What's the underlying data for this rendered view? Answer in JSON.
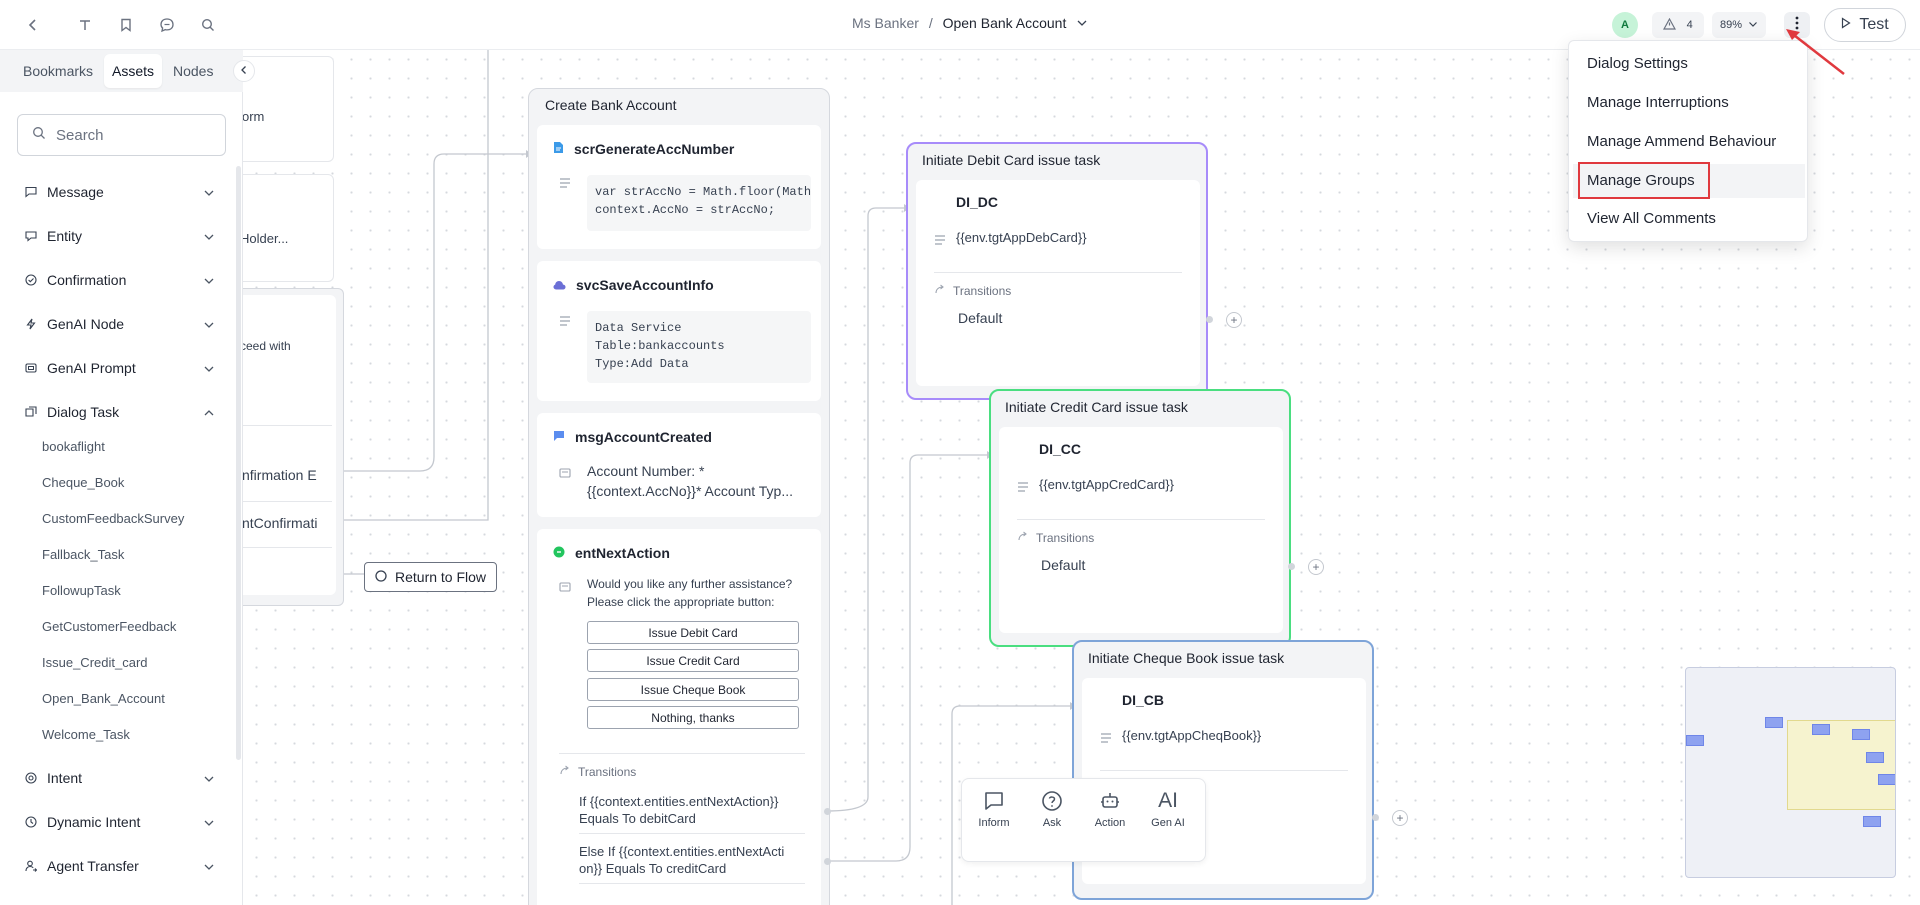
{
  "topbar": {
    "breadcrumb_parent": "Ms Banker",
    "breadcrumb_sep": "/",
    "breadcrumb_current": "Open Bank Account",
    "avatar_initial": "A",
    "warnings_count": "4",
    "zoom": "89%",
    "test_label": "Test"
  },
  "sidebar": {
    "tabs": [
      "Bookmarks",
      "Assets",
      "Nodes"
    ],
    "active_tab": "Assets",
    "search_placeholder": "Search",
    "categories": [
      {
        "label": "Message",
        "icon": "message-icon",
        "expanded": false
      },
      {
        "label": "Entity",
        "icon": "entity-icon",
        "expanded": false
      },
      {
        "label": "Confirmation",
        "icon": "confirmation-icon",
        "expanded": false
      },
      {
        "label": "GenAI Node",
        "icon": "genai-node-icon",
        "expanded": false
      },
      {
        "label": "GenAI Prompt",
        "icon": "genai-prompt-icon",
        "expanded": false
      },
      {
        "label": "Dialog Task",
        "icon": "dialog-task-icon",
        "expanded": true
      },
      {
        "label": "Intent",
        "icon": "intent-icon",
        "expanded": false
      },
      {
        "label": "Dynamic Intent",
        "icon": "dynamic-intent-icon",
        "expanded": false
      },
      {
        "label": "Agent Transfer",
        "icon": "agent-transfer-icon",
        "expanded": false
      }
    ],
    "dialog_tasks": [
      "bookaflight",
      "Cheque_Book",
      "CustomFeedbackSurvey",
      "Fallback_Task",
      "FollowupTask",
      "GetCustomerFeedback",
      "Issue_Credit_card",
      "Open_Bank_Account",
      "Welcome_Task"
    ]
  },
  "partial_nodes": {
    "form_text": "orm",
    "holder_text": "Holder...",
    "proceed_text": "ceed with",
    "confirm_text": "nfirmation E",
    "confirm2_text": "ntConfirmati"
  },
  "return_flow_label": "Return to Flow",
  "group": {
    "title": "Create Bank Account",
    "script_node": {
      "name": "scrGenerateAccNumber",
      "code": "var strAccNo = Math.floor(Math...\ncontext.AccNo = strAccNo;"
    },
    "service_node": {
      "name": "svcSaveAccountInfo",
      "code": "Data Service\nTable:bankaccounts\nType:Add Data"
    },
    "message_node": {
      "name": "msgAccountCreated",
      "text": "Account Number: *\n{{context.AccNo}}* Account Typ..."
    },
    "entity_node": {
      "name": "entNextAction",
      "prompt": "Would you like any further assistance?\nPlease click the appropriate button:",
      "buttons": [
        "Issue Debit Card",
        "Issue Credit Card",
        "Issue Cheque Book",
        "Nothing, thanks"
      ],
      "transitions_label": "Transitions",
      "transitions": [
        "If {{context.entities.entNextAction}}\nEquals To debitCard",
        "Else If {{context.entities.entNextActi\non}} Equals To creditCard"
      ]
    }
  },
  "tasks": [
    {
      "title": "Initiate Debit Card issue task",
      "name": "DI_DC",
      "env": "{{env.tgtAppDebCard}}",
      "transitions_label": "Transitions",
      "default": "Default",
      "color": "#a78bfa"
    },
    {
      "title": "Initiate Credit Card issue task",
      "name": "DI_CC",
      "env": "{{env.tgtAppCredCard}}",
      "transitions_label": "Transitions",
      "default": "Default",
      "color": "#4ade80"
    },
    {
      "title": "Initiate Cheque Book issue task",
      "name": "DI_CB",
      "env": "{{env.tgtAppCheqBook}}",
      "color": "#7ea4d8"
    }
  ],
  "toolbox": {
    "items": [
      {
        "label": "Inform",
        "icon": "inform-icon"
      },
      {
        "label": "Ask",
        "icon": "ask-icon"
      },
      {
        "label": "Action",
        "icon": "action-icon"
      },
      {
        "label": "Gen AI",
        "icon": "gen-ai-icon",
        "glyph": "AI"
      }
    ]
  },
  "menu": {
    "items": [
      "Dialog Settings",
      "Manage Interruptions",
      "Manage Ammend Behaviour",
      "Manage Groups",
      "View All Comments"
    ],
    "highlighted": "Manage Groups"
  },
  "colors": {
    "highlight": "#e0393e",
    "accent_purple": "#a78bfa",
    "accent_green": "#4ade80",
    "accent_blue": "#7ea4d8"
  }
}
